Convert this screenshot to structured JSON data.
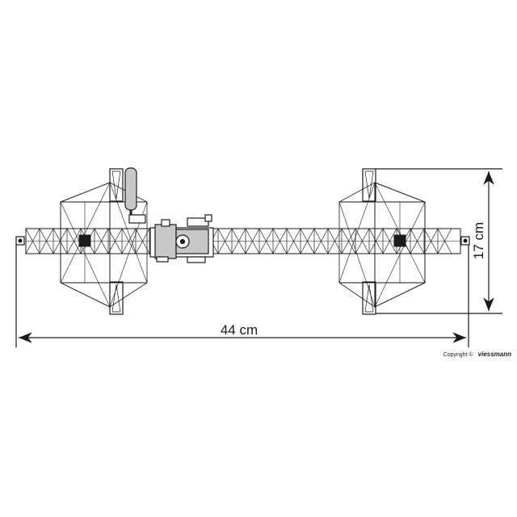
{
  "dimensions": {
    "length_label": "44 cm",
    "height_label": "17 cm"
  },
  "copyright": {
    "prefix": "Copyright ©",
    "brand": "viessmann"
  },
  "colors": {
    "line": "#1a1a1a",
    "fill_gray": "#c8c8c8"
  }
}
